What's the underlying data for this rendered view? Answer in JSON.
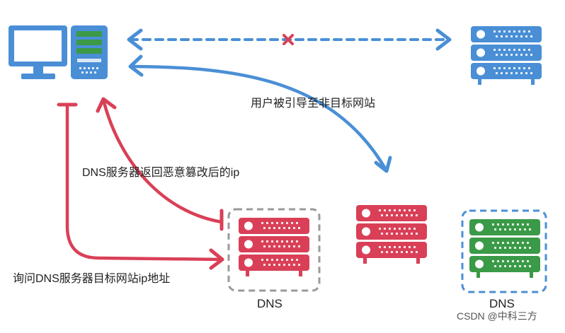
{
  "labels": {
    "redirect": "用户被引导至非目标网站",
    "tampered_reply": "DNS服务器返回恶意篡改后的ip",
    "query": "询问DNS服务器目标网站ip地址",
    "dns_malicious": "DNS",
    "dns_legit": "DNS"
  },
  "watermark": "CSDN @中科三方",
  "colors": {
    "blue": "#4a8fd6",
    "red": "#d94057",
    "green": "#3a9a47",
    "gray_dash": "#9a9a9a"
  }
}
